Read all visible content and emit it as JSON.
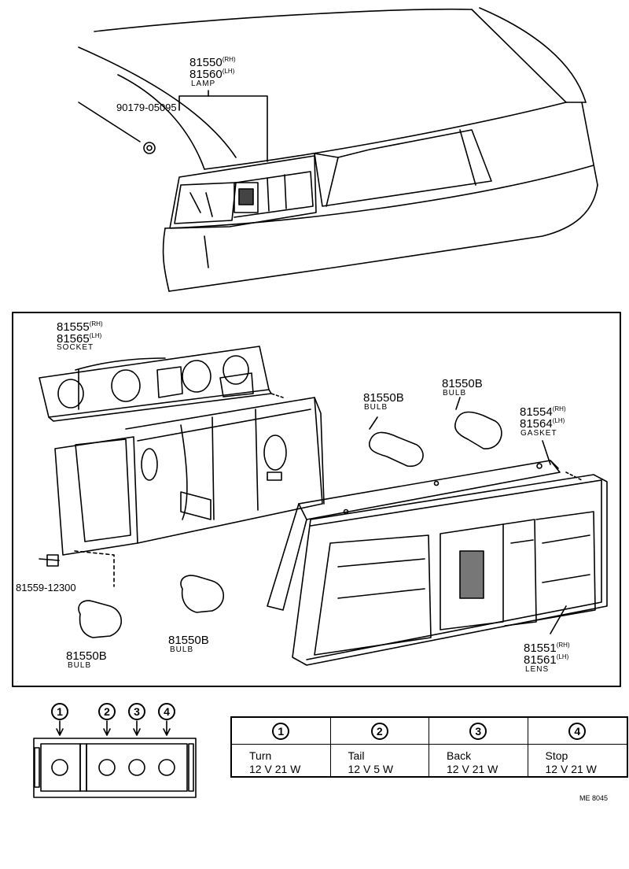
{
  "callouts": {
    "lamp": {
      "pn_rh": "81550",
      "rh": "(RH)",
      "pn_lh": "81560",
      "lh": "(LH)",
      "caption": "LAMP"
    },
    "screw_top": {
      "pn": "90179-05095"
    },
    "socket": {
      "pn_rh": "81555",
      "rh": "(RH)",
      "pn_lh": "81565",
      "lh": "(LH)",
      "caption": "SOCKET"
    },
    "bulb_mid": {
      "pn": "81550B",
      "caption": "BULB"
    },
    "bulb_right": {
      "pn": "81550B",
      "caption": "BULB"
    },
    "gasket": {
      "pn_rh": "81554",
      "rh": "(RH)",
      "pn_lh": "81564",
      "lh": "(LH)",
      "caption": "GASKET"
    },
    "screw_left": {
      "pn": "81559-12300"
    },
    "bulb_lower_mid": {
      "pn": "81550B",
      "caption": "BULB"
    },
    "bulb_lower_left": {
      "pn": "81550B",
      "caption": "BULB"
    },
    "lens": {
      "pn_rh": "81551",
      "rh": "(RH)",
      "pn_lh": "81561",
      "lh": "(LH)",
      "caption": "LENS"
    }
  },
  "position_numbers": [
    "1",
    "2",
    "3",
    "4"
  ],
  "bulb_table": {
    "headers": [
      "1",
      "2",
      "3",
      "4"
    ],
    "rows": [
      {
        "name": "Turn",
        "spec": "12 V 21 W"
      },
      {
        "name": "Tail",
        "spec": "12 V 5 W"
      },
      {
        "name": "Back",
        "spec": "12 V 21 W"
      },
      {
        "name": "Stop",
        "spec": "12 V 21 W"
      }
    ]
  },
  "figure_code": "ME 8045"
}
